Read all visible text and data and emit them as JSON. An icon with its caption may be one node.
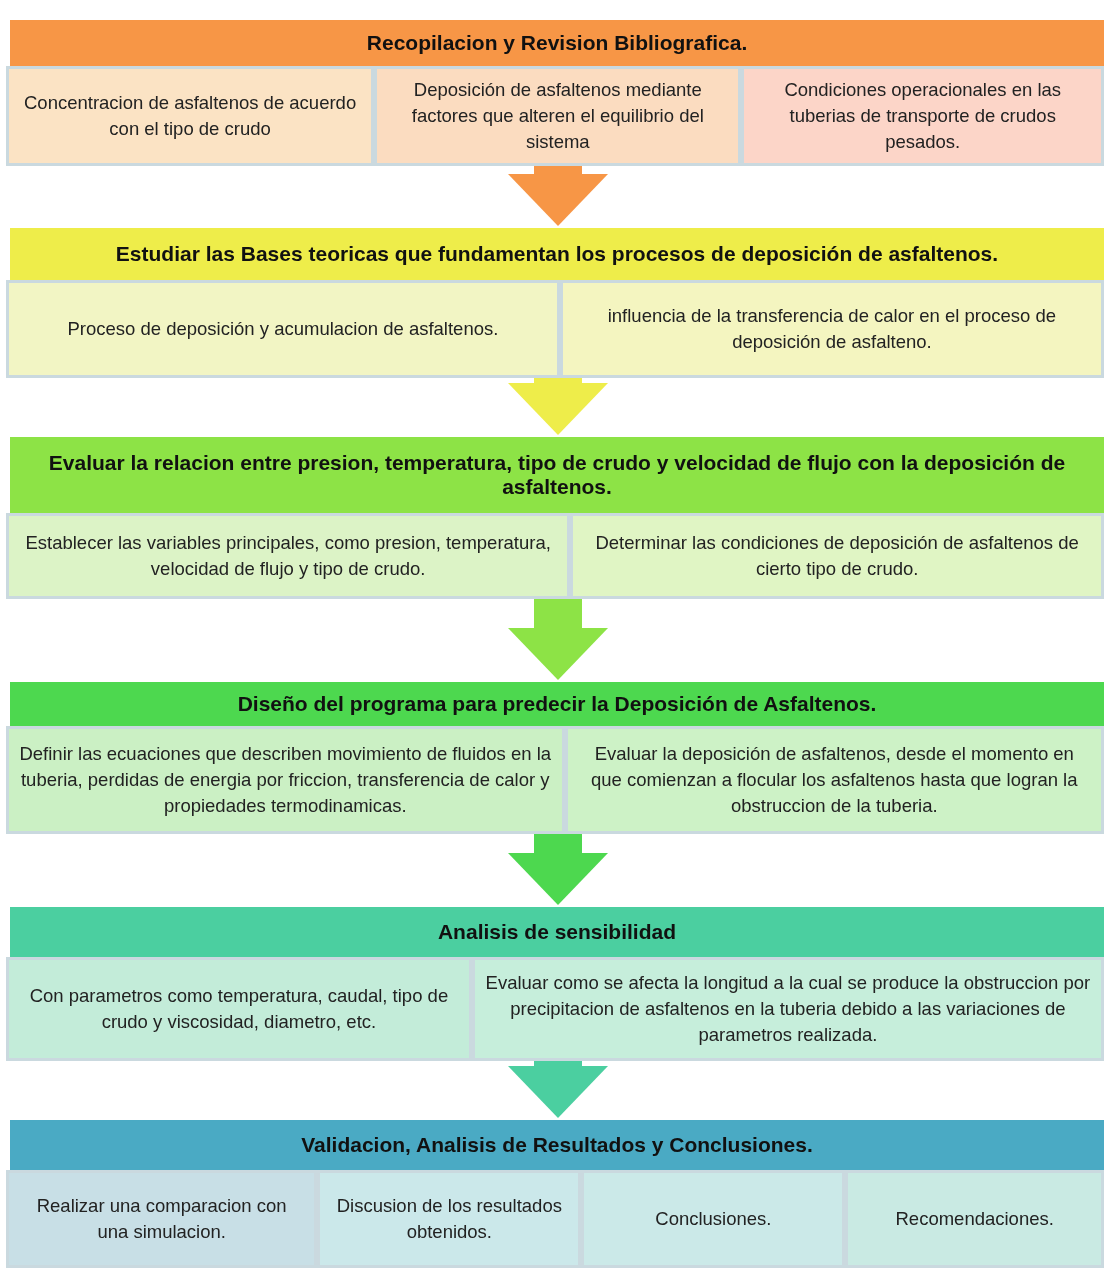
{
  "diagram": {
    "nodes": [
      {
        "text": [
          "Recopilacion y Revision Bibliografica."
        ]
      },
      {
        "text": [
          "Concentracion de asfaltenos de acuerdo con el tipo de crudo"
        ],
        "in": 0
      },
      {
        "text": [
          "Deposición de asfaltenos mediante factores que alteren el equilibrio del sistema"
        ],
        "in": 0
      },
      {
        "text": [
          "Condiciones operacionales en las tuberias de transporte de crudos pesados."
        ],
        "in": 0
      },
      {
        "text": [
          "Estudiar las Bases teoricas que fundamentan los procesos de deposición de asfaltenos."
        ]
      },
      {
        "text": [
          "Proceso de deposición y acumulacion de asfaltenos."
        ],
        "in": 4
      },
      {
        "text": [
          "influencia de la transferencia de calor en el proceso de deposición de asfalteno."
        ],
        "in": 4
      },
      {
        "text": [
          "Evaluar la relacion entre presion, temperatura, tipo de crudo y velocidad de flujo con la deposición de asfaltenos."
        ]
      },
      {
        "text": [
          "Establecer las variables principales, como presion, temperatura, velocidad de flujo y tipo de crudo."
        ],
        "in": 7
      },
      {
        "text": [
          "Determinar las condiciones de deposición de asfaltenos de cierto tipo de crudo."
        ],
        "in": 7
      },
      {
        "text": [
          "Diseño del programa para predecir la Deposición de Asfaltenos."
        ]
      },
      {
        "text": [
          "Definir las ecuaciones que describen movimiento de fluidos en la tuberia, perdidas de energia por friccion, transferencia de calor y propiedades termodinamicas."
        ],
        "in": 10
      },
      {
        "text": [
          "Evaluar la deposición de asfaltenos, desde el momento en que comienzan a flocular los asfaltenos hasta que logran la obstruccion de la tuberia."
        ],
        "in": 10
      },
      {
        "text": [
          "Analisis de sensibilidad"
        ]
      },
      {
        "text": [
          "Con parametros como temperatura, caudal, tipo de crudo y viscosidad, diametro, etc."
        ],
        "in": 13
      },
      {
        "text": [
          "Evaluar como se afecta la longitud a la cual se produce la obstruccion por precipitacion de asfaltenos en la tuberia debido a las variaciones de parametros realizada."
        ],
        "in": 13
      },
      {
        "text": [
          "Validacion, Analisis de Resultados y Conclusiones."
        ]
      },
      {
        "text": [
          "Realizar una comparacion con una simulacion."
        ],
        "in": 16
      },
      {
        "text": [
          "Discusion de los resultados obtenidos."
        ],
        "in": 16
      },
      {
        "text": [
          "Conclusiones."
        ],
        "in": 16
      },
      {
        "text": [
          "Recomendaciones."
        ],
        "in": 16
      }
    ],
    "edges": [
      {
        "from": 0,
        "to": 4,
        "arrow": "to",
        "color": "#f79646"
      },
      {
        "from": 4,
        "to": 7,
        "arrow": "to",
        "color": "#eeed4a"
      },
      {
        "from": 7,
        "to": 10,
        "arrow": "to",
        "color": "#8de346"
      },
      {
        "from": 10,
        "to": 13,
        "arrow": "to",
        "color": "#4dd84f"
      },
      {
        "from": 13,
        "to": 16,
        "arrow": "to",
        "color": "#4bcfa0"
      }
    ]
  }
}
